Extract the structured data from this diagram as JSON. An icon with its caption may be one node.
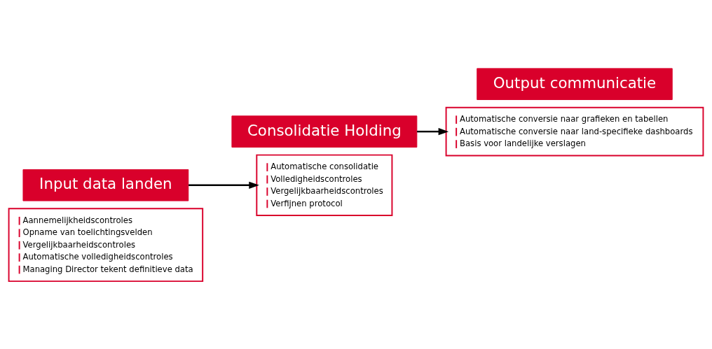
{
  "diagram": {
    "nodes": [
      {
        "text": [
          "Aannemelijkheidscontroles",
          "Opname van toelichtingsvelden",
          "Vergelijkbaarheidscontroles",
          "Automatische volledigheidscontroles",
          "Managing Director tekent definitieve data"
        ]
      },
      {
        "text": [
          "Input data landen"
        ]
      },
      {
        "text": [
          "Consolidatie Holding"
        ]
      },
      {
        "text": [
          "Automatische consolidatie",
          "Volledigheidscontroles",
          "Vergelijkbaarheidscontroles",
          "Verfijnen protocol"
        ]
      },
      {
        "text": [
          "Automatische conversie naar grafieken en tabellen",
          "Automatische conversie naar land-specifieke dashboards",
          "Basis voor landelijke verslagen"
        ]
      },
      {
        "text": [
          "Output communicatie"
        ]
      }
    ],
    "edges": [
      {
        "from": 1,
        "to": 3,
        "arrow": "to"
      },
      {
        "from": 2,
        "to": 4,
        "arrow": "to"
      }
    ]
  }
}
